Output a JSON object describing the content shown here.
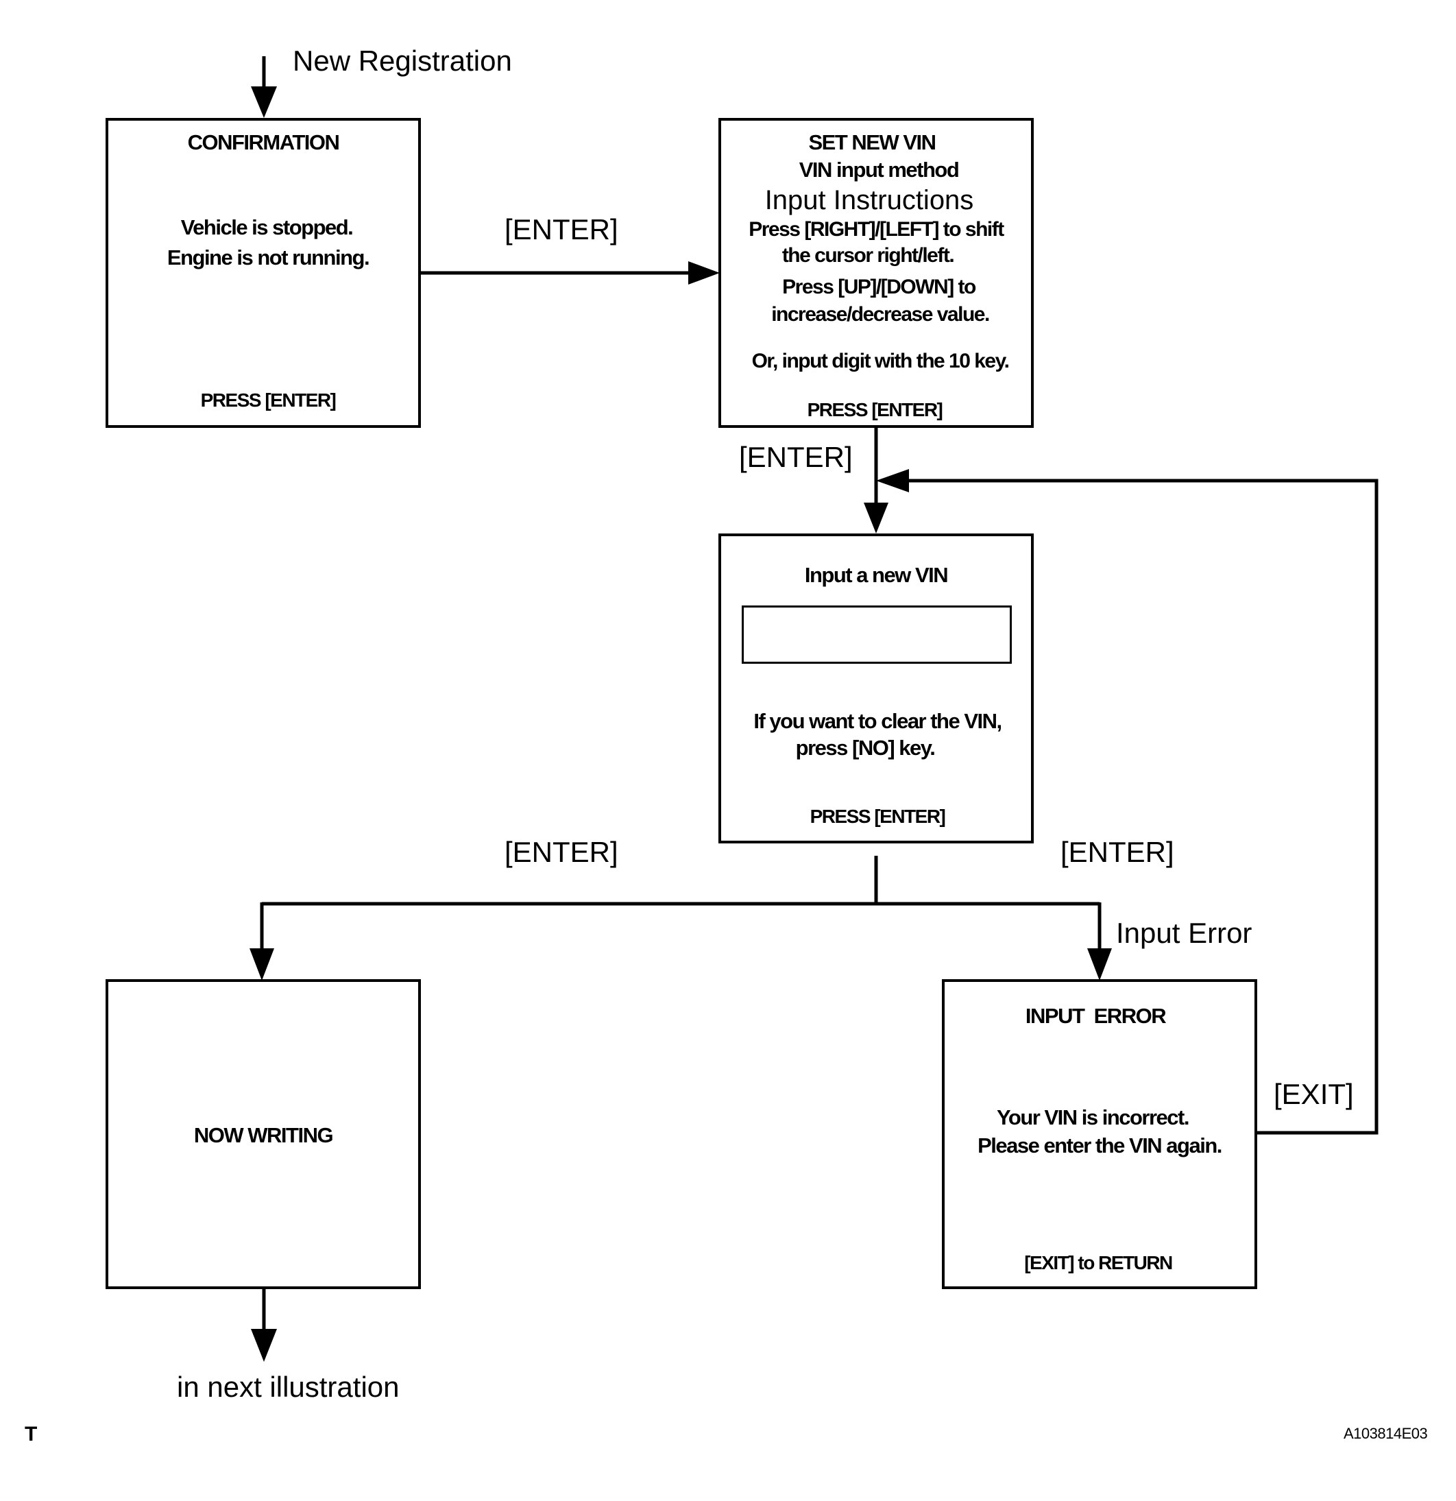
{
  "entry_label": "New Registration",
  "exit_label": "in next illustration",
  "edge_labels": {
    "enter_1": "[ENTER]",
    "enter_2": "[ENTER]",
    "enter_left": "[ENTER]",
    "enter_right": "[ENTER]",
    "input_error": "Input Error",
    "exit": "[EXIT]"
  },
  "screens": {
    "confirmation": {
      "title": "CONFIRMATION",
      "line1": "Vehicle is stopped.",
      "line2": "Engine is not running.",
      "footer": "PRESS [ENTER]"
    },
    "set_new_vin": {
      "title": "SET NEW VIN",
      "subtitle": "VIN input method",
      "heading": "Input Instructions",
      "line1": "Press [RIGHT]/[LEFT] to shift",
      "line2": "the cursor right/left.",
      "line3": "Press [UP]/[DOWN]  to",
      "line4": "increase/decrease value.",
      "line5": "Or, input digit with the 10 key.",
      "footer": "PRESS [ENTER]"
    },
    "input_vin": {
      "title": "Input a new VIN",
      "line1": "If you want to clear the VIN,",
      "line2": "press [NO] key.",
      "footer": "PRESS [ENTER]"
    },
    "now_writing": {
      "title": "NOW WRITING"
    },
    "input_error": {
      "title": "INPUT  ERROR",
      "line1": "Your VIN is incorrect.",
      "line2": "Please enter the VIN again.",
      "footer": "[EXIT] to RETURN"
    }
  },
  "corner_mark": "T",
  "figure_code": "A103814E03"
}
